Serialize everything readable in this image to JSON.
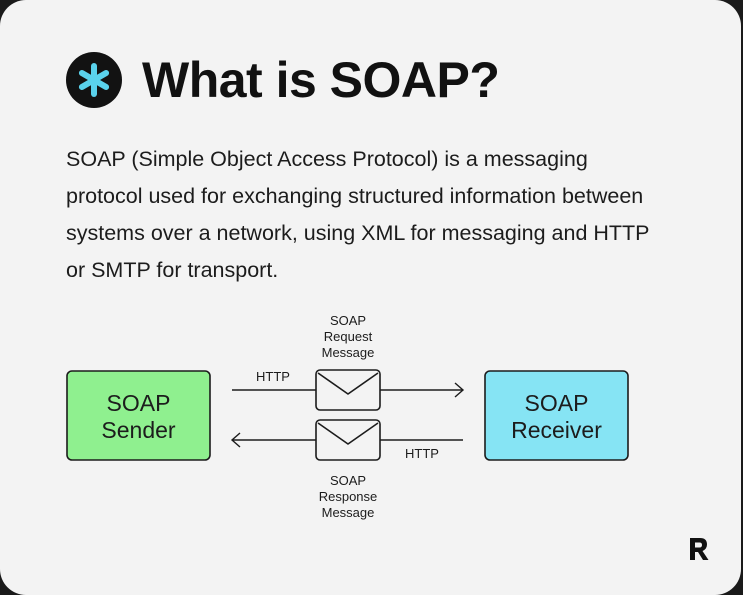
{
  "title": "What is SOAP?",
  "description": "SOAP (Simple Object Access Protocol) is a messaging protocol used for exchanging structured information between systems over a network, using XML for messaging and HTTP or SMTP for transport.",
  "diagram": {
    "sender": {
      "line1": "SOAP",
      "line2": "Sender",
      "color": "#8ff08f"
    },
    "receiver": {
      "line1": "SOAP",
      "line2": "Receiver",
      "color": "#86e4f4"
    },
    "request": {
      "protocol": "HTTP",
      "line1": "SOAP",
      "line2": "Request",
      "line3": "Message"
    },
    "response": {
      "protocol": "HTTP",
      "line1": "SOAP",
      "line2": "Response",
      "line3": "Message"
    }
  },
  "icons": {
    "title_badge": "asterisk-icon",
    "message": "envelope-icon",
    "brand": "r-logo-icon"
  },
  "colors": {
    "accent": "#5ad2ec",
    "background": "#f3f3f3"
  }
}
